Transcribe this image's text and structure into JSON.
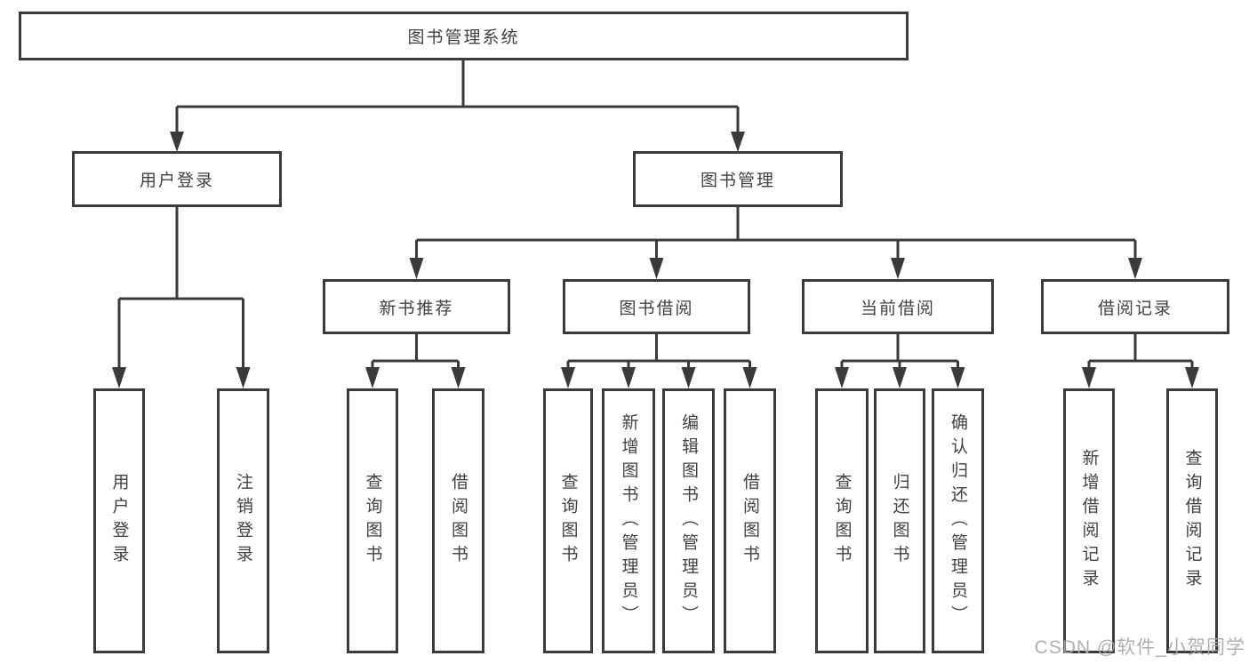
{
  "tree": {
    "label": "图书管理系统",
    "children": [
      {
        "label": "用户登录",
        "children": [
          {
            "label": "用户登录"
          },
          {
            "label": "注销登录"
          }
        ]
      },
      {
        "label": "图书管理",
        "children": [
          {
            "label": "新书推荐",
            "children": [
              {
                "label": "查询图书"
              },
              {
                "label": "借阅图书"
              }
            ]
          },
          {
            "label": "图书借阅",
            "children": [
              {
                "label": "查询图书"
              },
              {
                "label": "新增图书（管理员）"
              },
              {
                "label": "编辑图书（管理员）"
              },
              {
                "label": "借阅图书"
              }
            ]
          },
          {
            "label": "当前借阅",
            "children": [
              {
                "label": "查询图书"
              },
              {
                "label": "归还图书"
              },
              {
                "label": "确认归还（管理员）"
              }
            ]
          },
          {
            "label": "借阅记录",
            "children": [
              {
                "label": "新增借阅记录"
              },
              {
                "label": "查询借阅记录"
              }
            ]
          }
        ]
      }
    ]
  },
  "watermark": "CSDN @软件_小贺同学",
  "colors": {
    "line": "#3a3a3c",
    "box_border": "#3a3a3c",
    "text": "#414146",
    "watermark": "#a9a9a9",
    "background": "#ffffff"
  }
}
